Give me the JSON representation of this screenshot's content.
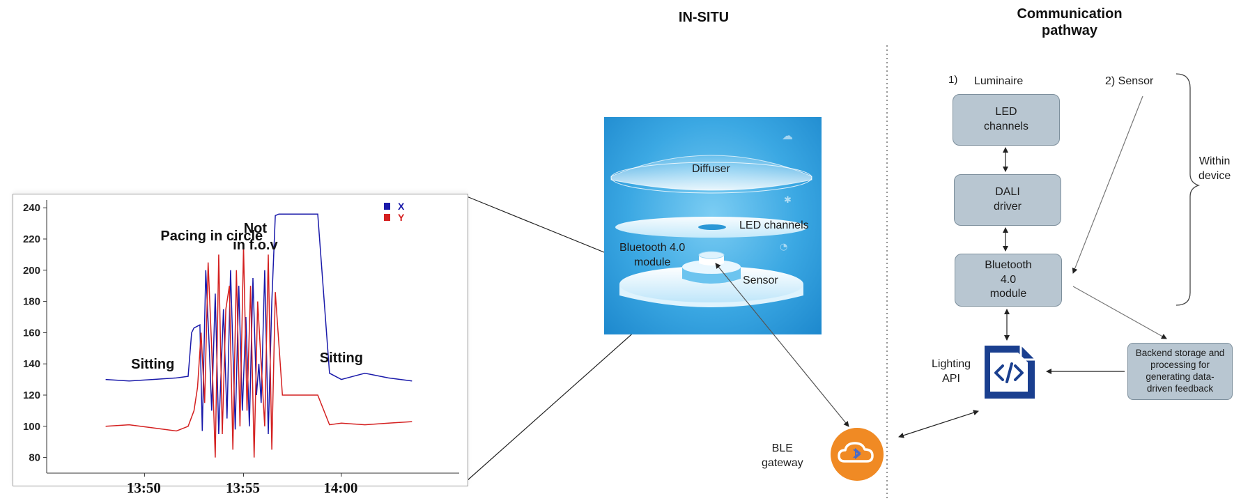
{
  "titles": {
    "insitu": "IN-SITU",
    "comm": "Communication\npathway"
  },
  "device": {
    "diffuser": "Diffuser",
    "led_channels": "LED channels",
    "bluetooth": "Bluetooth 4.0\nmodule",
    "sensor": "Sensor",
    "ble": "BLE\ngateway"
  },
  "pathway": {
    "num1": "1)",
    "luminaire": "Luminaire",
    "sensor": "2) Sensor",
    "led_box": "LED\nchannels",
    "dali_box": "DALI\ndriver",
    "bt_box": "Bluetooth\n4.0\nmodule",
    "within": "Within\ndevice",
    "api": "Lighting\nAPI",
    "backend": "Backend storage and\nprocessing for\ngenerating data-\ndriven feedback"
  },
  "colors": {
    "x_series": "#1a1aaa",
    "y_series": "#d42020",
    "box_fill": "#b8c6d1",
    "api_blue": "#1a3f8f",
    "gateway_orange": "#f08a24"
  },
  "icons": {
    "api": "code-document-icon",
    "gateway": "cloud-bluetooth-icon"
  },
  "chart_data": {
    "type": "line",
    "title": "",
    "xlabel": "",
    "ylabel": "",
    "ylim": [
      70,
      245
    ],
    "xlim": [
      13.75,
      14.1
    ],
    "y_ticks": [
      80,
      100,
      120,
      140,
      160,
      180,
      200,
      220,
      240
    ],
    "x_ticks": [
      {
        "value": 13.833,
        "label": "13:50"
      },
      {
        "value": 13.917,
        "label": "13:55"
      },
      {
        "value": 14.0,
        "label": "14:00"
      }
    ],
    "legend": [
      {
        "name": "X",
        "color": "#1a1aaa"
      },
      {
        "name": "Y",
        "color": "#d42020"
      }
    ],
    "legend_position": "top-right",
    "annotations": [
      {
        "text": "Sitting",
        "x": 13.84,
        "y": 137
      },
      {
        "text": "Pacing in circle",
        "x": 13.89,
        "y": 219
      },
      {
        "text": "Not\nin f.o.v",
        "x": 13.927,
        "y": 224
      },
      {
        "text": "Sitting",
        "x": 14.0,
        "y": 141
      }
    ],
    "series": [
      {
        "name": "X",
        "x": [
          13.8,
          13.82,
          13.84,
          13.86,
          13.87,
          13.873,
          13.875,
          13.88,
          13.882,
          13.885,
          13.888,
          13.89,
          13.893,
          13.896,
          13.9,
          13.903,
          13.906,
          13.91,
          13.913,
          13.916,
          13.919,
          13.922,
          13.925,
          13.928,
          13.93,
          13.932,
          13.935,
          13.938,
          13.941,
          13.944,
          13.947,
          13.95,
          13.96,
          13.97,
          13.98,
          13.99,
          14.0,
          14.02,
          14.04,
          14.06
        ],
        "values": [
          130,
          129,
          130,
          131,
          132,
          160,
          163,
          165,
          97,
          200,
          150,
          110,
          185,
          95,
          175,
          105,
          200,
          98,
          190,
          110,
          170,
          100,
          195,
          120,
          140,
          115,
          200,
          95,
          180,
          235,
          236,
          236,
          236,
          236,
          236,
          134,
          130,
          134,
          131,
          129
        ]
      },
      {
        "name": "Y",
        "x": [
          13.8,
          13.82,
          13.84,
          13.86,
          13.87,
          13.875,
          13.878,
          13.881,
          13.884,
          13.887,
          13.89,
          13.893,
          13.896,
          13.899,
          13.902,
          13.905,
          13.908,
          13.911,
          13.914,
          13.917,
          13.92,
          13.923,
          13.926,
          13.929,
          13.932,
          13.935,
          13.938,
          13.941,
          13.944,
          13.95,
          13.96,
          13.97,
          13.98,
          13.99,
          14.0,
          14.02,
          14.04,
          14.06
        ],
        "values": [
          100,
          101,
          99,
          97,
          100,
          110,
          125,
          160,
          115,
          205,
          150,
          80,
          210,
          95,
          175,
          190,
          85,
          200,
          100,
          215,
          110,
          190,
          80,
          180,
          140,
          100,
          210,
          85,
          186,
          120,
          120,
          120,
          120,
          101,
          102,
          101,
          102,
          103
        ]
      }
    ]
  }
}
